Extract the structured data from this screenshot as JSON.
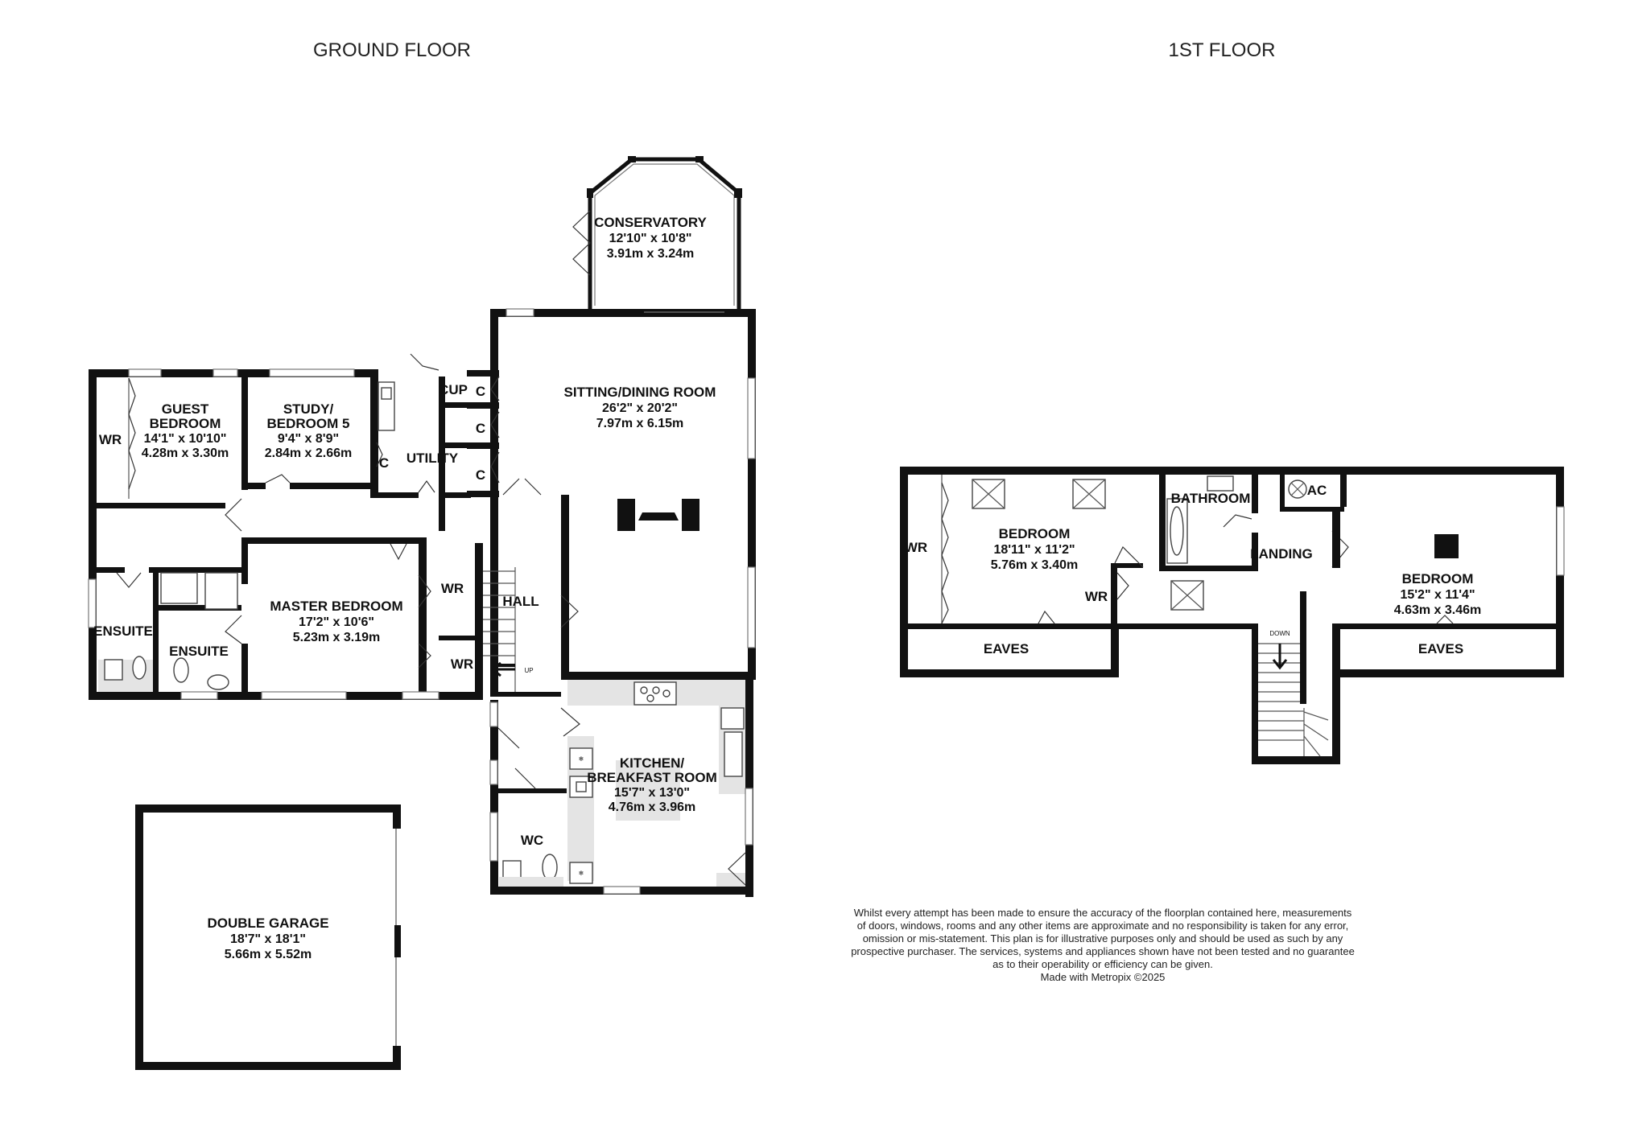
{
  "titles": {
    "ground": "GROUND FLOOR",
    "first": "1ST FLOOR"
  },
  "rooms": {
    "conservatory": {
      "name": "CONSERVATORY",
      "imperial": "12'10\"  x 10'8\"",
      "metric": "3.91m  x 3.24m"
    },
    "sitting": {
      "name": "SITTING/DINING ROOM",
      "imperial": "26'2\"  x 20'2\"",
      "metric": "7.97m  x 6.15m"
    },
    "guest": {
      "name1": "GUEST",
      "name2": "BEDROOM",
      "imperial": "14'1\"  x 10'10\"",
      "metric": "4.28m  x 3.30m"
    },
    "study": {
      "name1": "STUDY/",
      "name2": "BEDROOM 5",
      "imperial": "9'4\"  x 8'9\"",
      "metric": "2.84m  x 2.66m"
    },
    "master": {
      "name": "MASTER BEDROOM",
      "imperial": "17'2\"  x 10'6\"",
      "metric": "5.23m  x 3.19m"
    },
    "kitchen": {
      "name1": "KITCHEN/",
      "name2": "BREAKFAST ROOM",
      "imperial": "15'7\"  x 13'0\"",
      "metric": "4.76m  x 3.96m"
    },
    "garage": {
      "name": "DOUBLE GARAGE",
      "imperial": "18'7\"  x 18'1\"",
      "metric": "5.66m  x 5.52m"
    },
    "bedroom_left": {
      "name": "BEDROOM",
      "imperial": "18'11\"  x 11'2\"",
      "metric": "5.76m  x 3.40m"
    },
    "bedroom_right": {
      "name": "BEDROOM",
      "imperial": "15'2\"  x 11'4\"",
      "metric": "4.63m  x 3.46m"
    }
  },
  "labels": {
    "wr": "WR",
    "c": "C",
    "cup": "CUP",
    "utility": "UTILITY",
    "hall": "HALL",
    "ensuite": "ENSUITE",
    "wc": "WC",
    "up": "UP",
    "bathroom": "BATHROOM",
    "ac": "AC",
    "landing": "LANDING",
    "eaves": "EAVES",
    "down": "DOWN"
  },
  "disclaimer": {
    "lines": [
      "Whilst every attempt has been made to ensure the accuracy of the floorplan contained here, measurements",
      "of doors, windows, rooms and any other items are approximate and no responsibility is taken for any error,",
      "omission or mis-statement. This plan is for illustrative purposes only and should be used as such by any",
      "prospective purchaser. The services, systems and appliances shown have not been tested and no guarantee",
      "as to their operability or efficiency can be given."
    ],
    "credit": "Made with Metropix ©2025"
  }
}
